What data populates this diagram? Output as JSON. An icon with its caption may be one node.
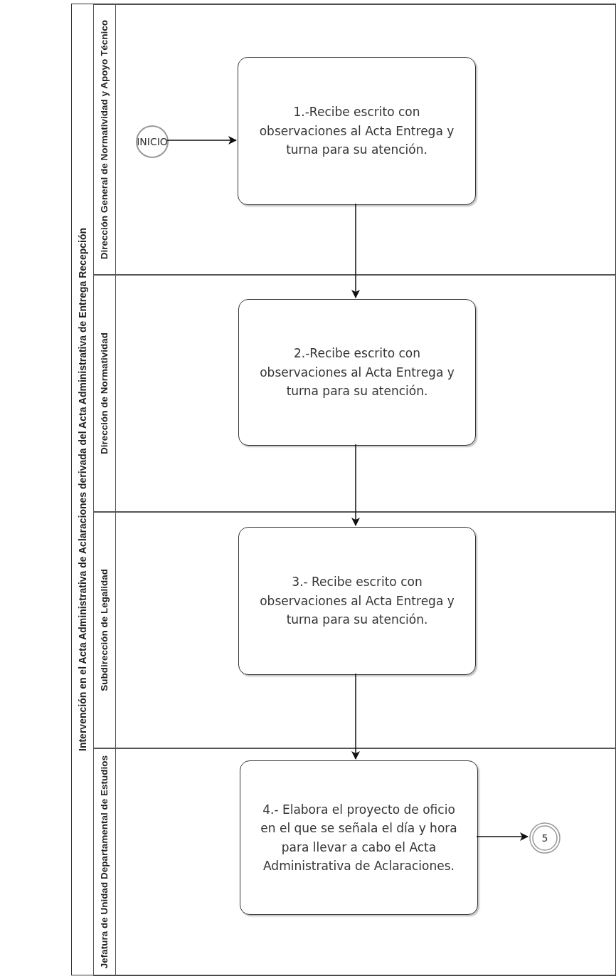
{
  "diagram": {
    "nodes": [
      {
        "text": [
          "Intervención en el Acta Administrativa de Aclaraciones derivada del Acta Administrativa de Entrega Recepción"
        ]
      },
      {
        "text": [
          "Dirección General de Normatividad y Apoyo Técnico"
        ],
        "in": 0
      },
      {
        "text": [
          "Dirección de Normatividad"
        ],
        "in": 0
      },
      {
        "text": [
          "Subdirección de Legalidad"
        ],
        "in": 0
      },
      {
        "text": [
          "Jefatura de Unidad Departamental de Estudios"
        ],
        "in": 0
      },
      {
        "text": [
          "INICIO"
        ],
        "in": 1
      },
      {
        "text": [
          "1.-Recibe escrito con observaciones al Acta Entrega y turna para su atención."
        ],
        "in": 1
      },
      {
        "text": [
          "2.-Recibe escrito con observaciones al Acta Entrega y turna para su atención."
        ],
        "in": 2
      },
      {
        "text": [
          "3.- Recibe escrito con observaciones al Acta Entrega y turna para su atención."
        ],
        "in": 3
      },
      {
        "text": [
          "4.- Elabora el proyecto de oficio en el que se señala el día y hora para llevar a cabo el Acta Administrativa de Aclaraciones."
        ],
        "in": 4
      },
      {
        "text": [
          "5"
        ],
        "in": 4
      }
    ],
    "edges": [
      {
        "from": 5,
        "to": 6,
        "arrow": "to"
      },
      {
        "from": 6,
        "to": 7,
        "arrow": "to"
      },
      {
        "from": 7,
        "to": 8,
        "arrow": "to"
      },
      {
        "from": 8,
        "to": 9,
        "arrow": "to"
      },
      {
        "from": 9,
        "to": 10,
        "arrow": "to"
      }
    ]
  }
}
